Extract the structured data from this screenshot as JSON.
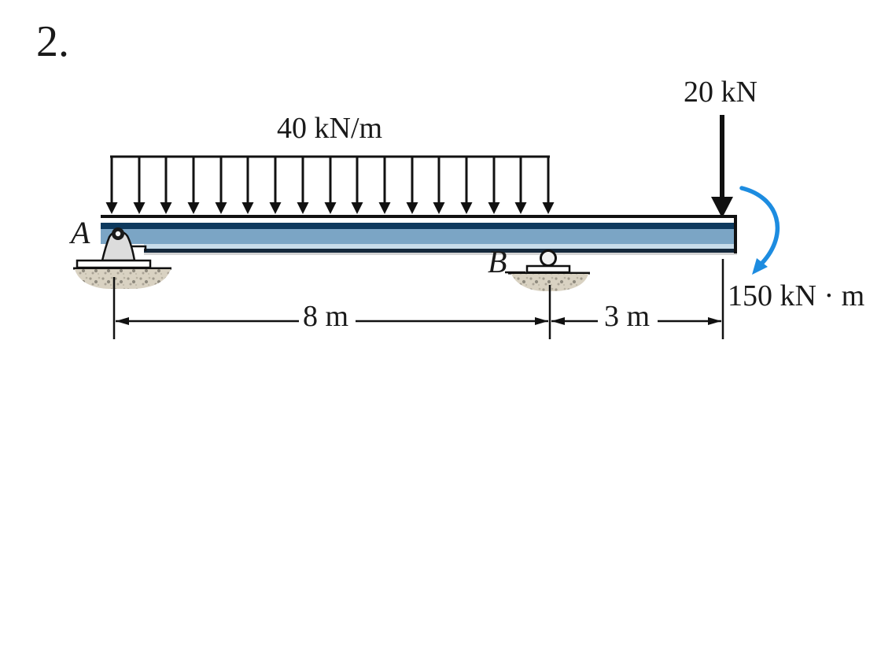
{
  "problem_number": "2.",
  "figure": {
    "distributed_load": {
      "label": "40 kN/m",
      "arrow_count": 17,
      "span": "A to B"
    },
    "point_load": {
      "label": "20 kN",
      "location": "right end of overhang"
    },
    "moment": {
      "label": "150 kN · m",
      "direction": "clockwise"
    },
    "supports": {
      "a": {
        "label": "A",
        "type": "pin"
      },
      "b": {
        "label": "B",
        "type": "roller"
      }
    },
    "dimensions": {
      "span_ab": "8 m",
      "span_b_to_end": "3 m"
    },
    "colors": {
      "beam_navy": "#0e3a5e",
      "beam_steel": "#7ba5c5",
      "beam_pale": "#c8dcea",
      "beam_bottom_dark": "#15293c",
      "moment_arrow_blue": "#1d8ce0",
      "soil_tan": "#d9d2c2",
      "ink": "#111111"
    }
  }
}
